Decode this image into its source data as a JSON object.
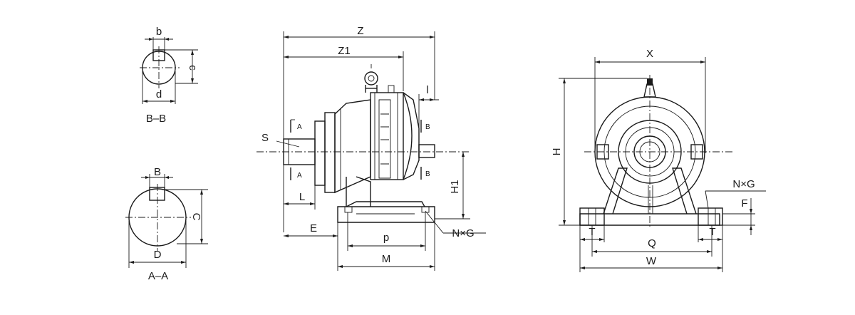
{
  "key_section_bb": {
    "key_width": "b",
    "key_depth": "c",
    "shaft_diameter": "d",
    "title": "B–B"
  },
  "key_section_aa": {
    "key_width": "B",
    "key_depth": "C",
    "shaft_diameter": "D",
    "title": "A–A"
  },
  "side_view": {
    "overall_length": "Z",
    "length_to_flange": "Z1",
    "input_shaft_length": "l",
    "output_shaft_length": "L",
    "shaft_label": "S",
    "section_a": "A",
    "section_b": "B",
    "center_height": "H1",
    "base_offset": "E",
    "hole_pitch": "p",
    "base_length": "M",
    "mounting_holes": "N×G"
  },
  "end_view": {
    "body_width": "X",
    "overall_height": "H",
    "mounting_holes": "N×G",
    "foot_thickness": "F",
    "foot_width": "T",
    "hole_spacing": "Q",
    "base_width": "W"
  }
}
